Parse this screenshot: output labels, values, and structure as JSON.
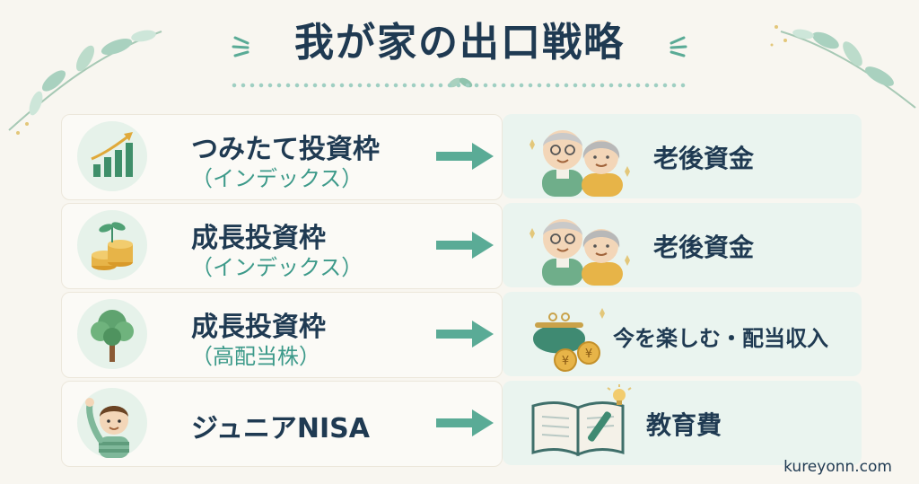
{
  "title": "我が家の出口戦略",
  "rows": [
    {
      "label": "つみたて投資枠",
      "sublabel": "（インデックス）",
      "destination": "老後資金",
      "source_icon": "chart-up-icon",
      "dest_icon": "elderly-couple-icon"
    },
    {
      "label": "成長投資枠",
      "sublabel": "（インデックス）",
      "destination": "老後資金",
      "source_icon": "coin-sprout-icon",
      "dest_icon": "elderly-couple-icon"
    },
    {
      "label": "成長投資枠",
      "sublabel": "（高配当株）",
      "destination": "今を楽しむ・配当収入",
      "source_icon": "tree-icon",
      "dest_icon": "purse-coins-icon"
    },
    {
      "label": "ジュニアNISA",
      "sublabel": "",
      "destination": "教育費",
      "source_icon": "child-icon",
      "dest_icon": "book-pen-icon"
    }
  ],
  "footer": "kureyonn.com",
  "colors": {
    "navy": "#1f3a52",
    "teal": "#3d9a8a",
    "arrow": "#5aab96",
    "card": "#eaf4ef",
    "background": "#f8f6f0"
  }
}
